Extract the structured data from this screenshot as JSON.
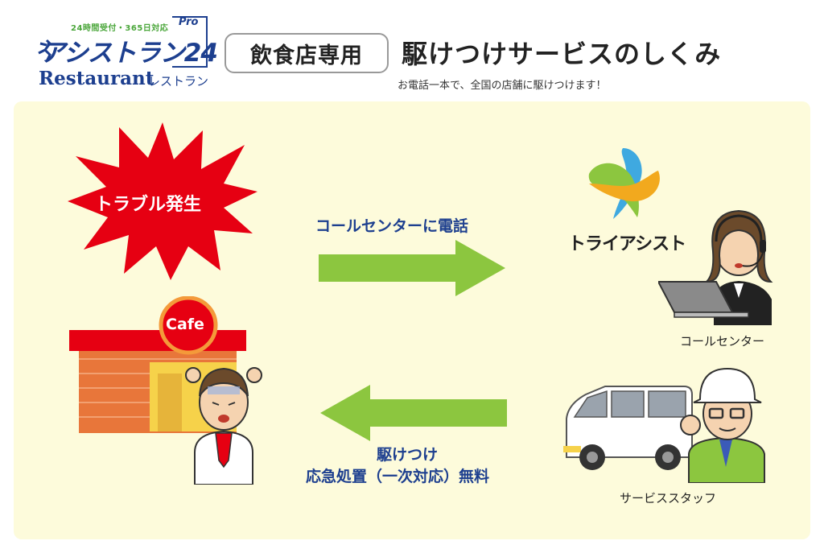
{
  "header": {
    "logo_tagline": "24時間受付・365日対応",
    "logo_pro": "Pro",
    "logo_name": "アシストラン",
    "logo_number": "24",
    "logo_sub_en": "Restaurant",
    "logo_sub_kana": "レストラン",
    "badge": "飲食店専用",
    "title": "駆けつけサービスのしくみ",
    "subtitle": "お電話一本で、全国の店舗に駆けつけます！"
  },
  "diagram": {
    "trouble": "トラブル発生",
    "cafe_sign": "Cafe",
    "call_label": "コールセンターに電話",
    "response_line1": "駆けつけ",
    "response_line2": "応急処置（一次対応）無料",
    "brand_name": "トライアシスト",
    "call_center_caption": "コールセンター",
    "staff_caption": "サービススタッフ"
  },
  "colors": {
    "navy": "#1d3f8f",
    "burst_red": "#e60012",
    "arrow_green": "#8cc63f",
    "panel_bg": "#fdfbdb"
  }
}
